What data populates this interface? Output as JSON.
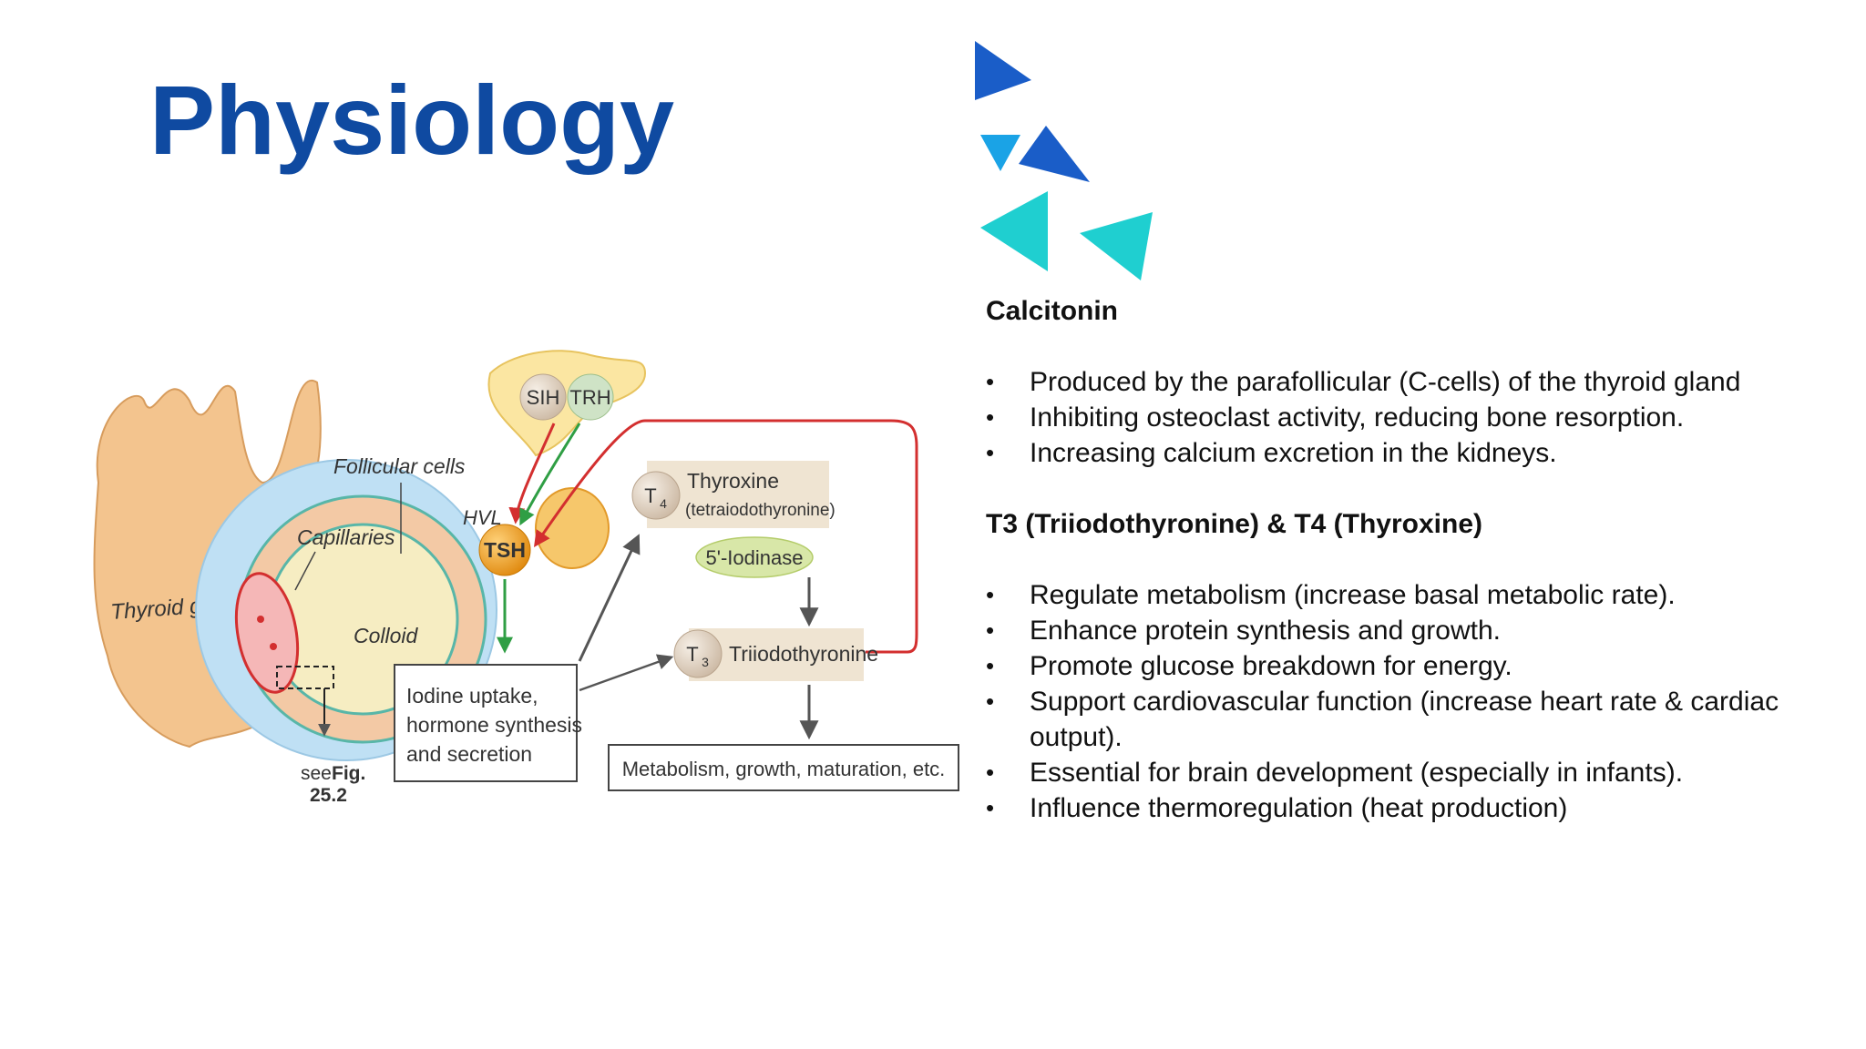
{
  "slide": {
    "title": "Physiology"
  },
  "figure": {
    "thyroid_gland": "Thyroid gland",
    "follicular_cells": "Follicular cells",
    "capillaries": "Capillaries",
    "colloid": "Colloid",
    "see": "see",
    "fig": "Fig.",
    "fig_number": "25.2",
    "hvl": "HVL",
    "sih": "SIH",
    "trh": "TRH",
    "tsh": "TSH",
    "t4_symbol": "T",
    "t4_sub": "4",
    "t3_symbol": "T",
    "t3_sub": "3",
    "thyroxine": "Thyroxine",
    "thyroxine_sub": "(tetraiodothyronine)",
    "iodinase": "5'-Iodinase",
    "triiodothyronine": "Triiodothyronine",
    "uptake_line1": "Iodine uptake,",
    "uptake_line2": "hormone synthesis",
    "uptake_line3": "and secretion",
    "effects": "Metabolism, growth, maturation, etc.",
    "colors": {
      "gland": "#f3c48e",
      "follicle": "#bfe0f4",
      "tsh": "#f0a020",
      "red_arrow": "#d32f2f",
      "green_arrow": "#2f9e44"
    }
  },
  "calcitonin": {
    "heading": "Calcitonin",
    "bullets": [
      "Produced by the parafollicular (C-cells) of the thyroid gland",
      "Inhibiting osteoclast activity, reducing bone resorption.",
      "Increasing calcium excretion in the kidneys."
    ]
  },
  "t3t4": {
    "heading": "T3 (Triiodothyronine) & T4 (Thyroxine)",
    "bullets": [
      "Regulate metabolism (increase basal metabolic rate).",
      "Enhance protein synthesis and growth.",
      "Promote glucose breakdown for energy.",
      "Support cardiovascular function (increase heart rate & cardiac output).",
      "Essential for brain development (especially in infants).",
      "Influence thermoregulation (heat production)"
    ]
  },
  "decoration": {
    "colors": [
      "#1a5dc8",
      "#1aa3e6",
      "#1fcfd0"
    ]
  }
}
